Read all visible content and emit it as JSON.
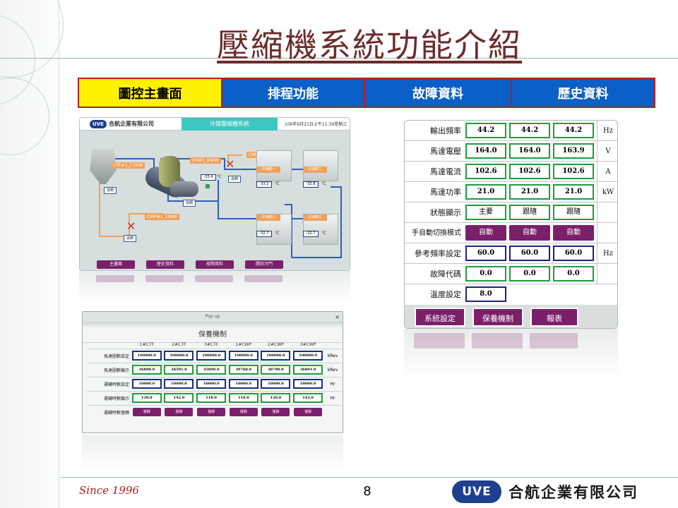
{
  "slide": {
    "title": "壓縮機系統功能介紹",
    "page_number": "8",
    "since": "Since 1996",
    "company_name": "合航企業有限公司",
    "logo_text": "UVE"
  },
  "tabs": [
    {
      "label": "圖控主畫面",
      "active": true
    },
    {
      "label": "排程功能",
      "active": false
    },
    {
      "label": "故障資料",
      "active": false
    },
    {
      "label": "歷史資料",
      "active": false
    }
  ],
  "system_screen": {
    "company": "合航企業有限公司",
    "system_name": "冷媒壓縮機系統",
    "timestamp": "106年6月21日上午11:39星期三",
    "ctf_power": "CTF#1_7.5kW",
    "ch_power": "CH#1_95kW",
    "cwp1_power": "CWP#1_10kW",
    "cwp2_power": "CWP#1_10kW",
    "temp_main": "-33.4",
    "temp_unit": "℃",
    "run_label": "運轉",
    "rooms": [
      {
        "name": "冷凍庫一",
        "temp": "-33.1"
      },
      {
        "name": "冷凍庫二",
        "temp": "-32.8"
      },
      {
        "name": "冷凍庫三",
        "temp": "-32.7"
      },
      {
        "name": "冷凍庫三",
        "temp": "-32.7"
      }
    ],
    "nav": [
      "主畫面",
      "歷史資料",
      "故障資料",
      "開欣冷門"
    ]
  },
  "popup": {
    "window_title": "Pop up",
    "heading": "保養機制",
    "columns": [
      "1#CTF",
      "2#CTF",
      "3#CTF",
      "1#CWP",
      "2#CWP",
      "3#CWP"
    ],
    "rows": [
      {
        "label": "馬達圈數設定",
        "values": [
          "100000.0",
          "100000.0",
          "100000.0",
          "100000.0",
          "100000.0",
          "100000.0"
        ],
        "unit": "kRev",
        "style": "blue"
      },
      {
        "label": "馬達圈數顯示",
        "values": [
          "36800.0",
          "36591.0",
          "35890.0",
          "39768.0",
          "38790.0",
          "36891.0"
        ],
        "unit": "kRev",
        "style": "green"
      },
      {
        "label": "運轉時數設定",
        "values": [
          "10000.0",
          "10000.0",
          "10000.0",
          "10000.0",
          "10000.0",
          "10000.0"
        ],
        "unit": "Hr",
        "style": "blue"
      },
      {
        "label": "運轉時數顯示",
        "values": [
          "120.0",
          "142.0",
          "118.0",
          "118.0",
          "120.0",
          "142.0"
        ],
        "unit": "Hr",
        "style": "green"
      },
      {
        "label": "運轉時數復歸",
        "values": [
          "復歸",
          "復歸",
          "復歸",
          "復歸",
          "復歸",
          "復歸"
        ],
        "unit": "",
        "style": "button"
      }
    ]
  },
  "params": {
    "rows": [
      {
        "label": "輸出頻率",
        "values": [
          "44.2",
          "44.2",
          "44.2"
        ],
        "unit": "Hz",
        "style": "green"
      },
      {
        "label": "馬達電壓",
        "values": [
          "164.0",
          "164.0",
          "163.9"
        ],
        "unit": "V",
        "style": "green"
      },
      {
        "label": "馬達電流",
        "values": [
          "102.6",
          "102.6",
          "102.6"
        ],
        "unit": "A",
        "style": "green"
      },
      {
        "label": "馬達功率",
        "values": [
          "21.0",
          "21.0",
          "21.0"
        ],
        "unit": "kW",
        "style": "green"
      },
      {
        "label": "狀態顯示",
        "values": [
          "主要",
          "跟隨",
          "跟隨"
        ],
        "unit": "",
        "style": "green"
      },
      {
        "label": "手自動切換模式",
        "values": [
          "自動",
          "自動",
          "自動"
        ],
        "unit": "",
        "style": "button"
      },
      {
        "label": "參考頻率設定",
        "values": [
          "60.0",
          "60.0",
          "60.0"
        ],
        "unit": "Hz",
        "style": "blue"
      },
      {
        "label": "故障代碼",
        "values": [
          "0.0",
          "0.0",
          "0.0"
        ],
        "unit": "",
        "style": "green"
      },
      {
        "label": "溫度設定",
        "values": [
          "8.0"
        ],
        "unit": "",
        "style": "blue"
      }
    ],
    "buttons": [
      "系統設定",
      "保養機制",
      "報表"
    ]
  }
}
